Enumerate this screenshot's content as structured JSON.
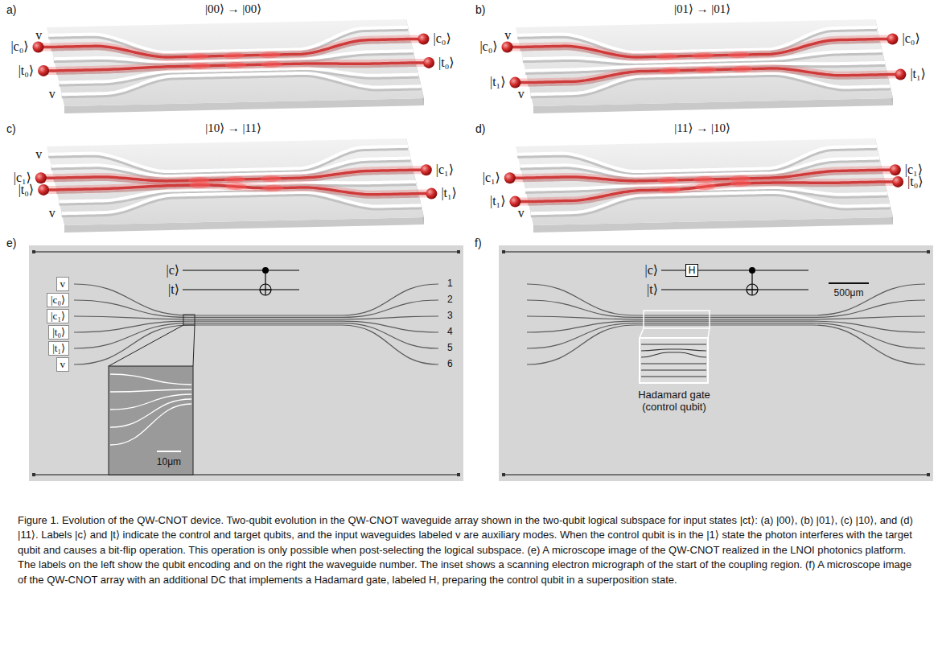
{
  "diagram": {
    "caption": "Figure 1. Evolution of the QW-CNOT device. Two-qubit evolution in the QW-CNOT waveguide array shown in the two-qubit logical subspace for input states |ct⟩: (a) |00⟩, (b) |01⟩, (c) |10⟩, and (d) |11⟩. Labels |c⟩ and |t⟩ indicate the control and target qubits, and the input waveguides labeled v are auxiliary modes. When the control qubit is in the |1⟩ state the photon interferes with the target qubit and causes a bit-flip operation. This operation is only possible when post-selecting the logical subspace. (e) A microscope image of the QW-CNOT realized in the LNOI photonics platform. The labels on the left show the qubit encoding and on the right the waveguide number. The inset shows a scanning electron micrograph of the start of the coupling region. (f) A microscope image of the QW-CNOT array with an additional DC that implements a Hadamard gate, labeled H, preparing the control qubit in a superposition state.",
    "nodes": [
      {
        "text": [
          "v"
        ]
      },
      {
        "text": [
          "|c₀⟩"
        ]
      },
      {
        "text": [
          "|c₁⟩"
        ]
      },
      {
        "text": [
          "|t₀⟩"
        ]
      },
      {
        "text": [
          "|t₁⟩"
        ]
      },
      {
        "text": [
          "v"
        ]
      },
      {
        "text": [
          "H"
        ]
      }
    ],
    "labels": [
      "a)",
      "|00⟩ → |00⟩",
      "v",
      "|c₀⟩",
      "|t₀⟩",
      "v",
      "|c₀⟩",
      "|t₀⟩",
      "b)",
      "|01⟩ → |01⟩",
      "v",
      "|c₀⟩",
      "|t₁⟩",
      "v",
      "|c₀⟩",
      "|t₁⟩",
      "c)",
      "|10⟩ → |11⟩",
      "v",
      "|c₁⟩",
      "|t₀⟩",
      "v",
      "|c₁⟩",
      "|t₁⟩",
      "d)",
      "|11⟩ → |10⟩",
      "|c₁⟩",
      "|t₁⟩",
      "v",
      "|c₁⟩",
      "|t₀⟩",
      "e)",
      "|c⟩",
      "|t⟩",
      "1",
      "2",
      "3",
      "4",
      "5",
      "6",
      "10μm",
      "f)",
      "|c⟩",
      "|t⟩",
      "500μm",
      "Hadamard gate (control qubit)"
    ]
  }
}
